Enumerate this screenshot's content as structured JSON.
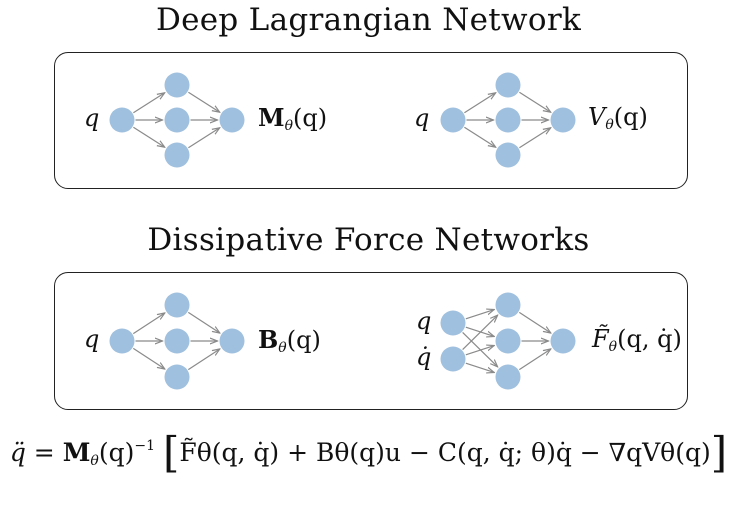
{
  "titles": {
    "top": "Deep Lagrangian Network",
    "bottom": "Dissipative Force Networks"
  },
  "inputs": {
    "q": "q",
    "qdot": "q̇"
  },
  "outputs": {
    "mass_matrix": {
      "symbol": "M",
      "sub": "θ",
      "args": "(q)"
    },
    "potential": {
      "symbol": "V",
      "sub": "θ",
      "args": "(q)"
    },
    "input_matrix": {
      "symbol": "B",
      "sub": "θ",
      "args": "(q)"
    },
    "friction_force": {
      "symbol": "F̃",
      "sub": "θ",
      "args": "(q, q̇)"
    }
  },
  "equation": {
    "lhs": "q̈ = ",
    "m_inv": "M",
    "sub": "θ",
    "m_args": "(q)",
    "exp": "−1",
    "body": "F̃θ(q, q̇) + Bθ(q)u − C(q, q̇; θ)q̇ − ∇qVθ(q)"
  },
  "colors": {
    "node": "#9fc0de",
    "arrow": "#8a8a8a",
    "border": "#222222"
  }
}
